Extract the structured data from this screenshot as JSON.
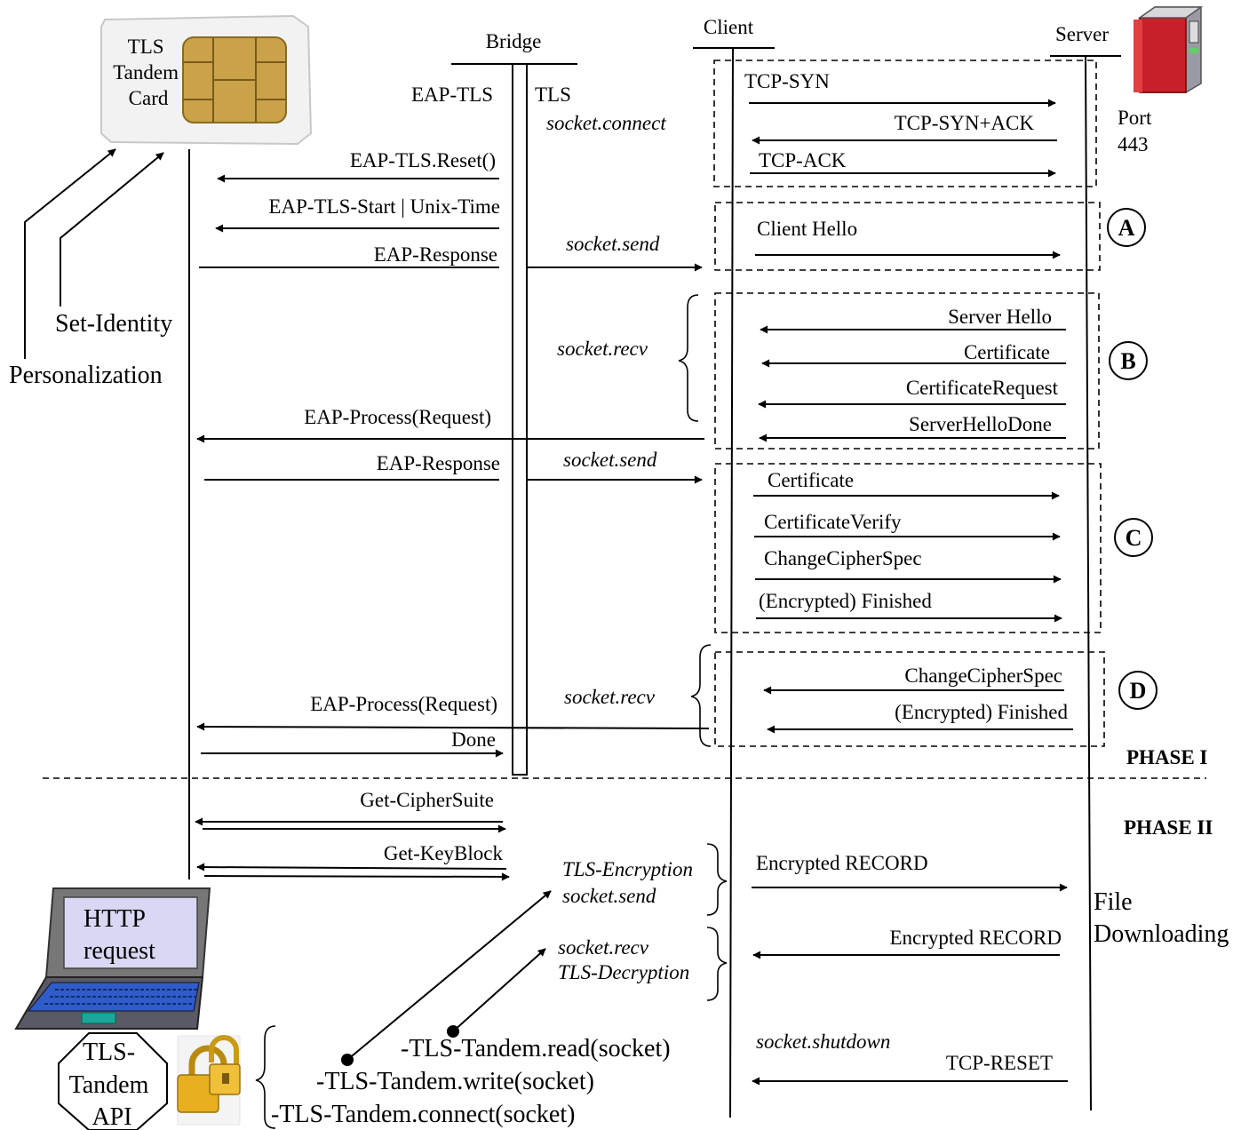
{
  "actors": {
    "card": "TLS\nTandem\nCard",
    "bridge": "Bridge",
    "client": "Client",
    "server": "Server",
    "port": "Port\n443",
    "eap_tls": "EAP-TLS",
    "tls": "TLS"
  },
  "side_labels": {
    "set_identity": "Set-Identity",
    "personalization": "Personalization",
    "phase1": "PHASE I",
    "phase2": "PHASE  II",
    "file_downloading": "File\nDownloading",
    "http_request": "HTTP\nrequest",
    "api": "TLS-\nTandem\nAPI"
  },
  "card_messages": {
    "reset": "EAP-TLS.Reset()",
    "start": "EAP-TLS-Start | Unix-Time",
    "response1": "EAP-Response",
    "process1": "EAP-Process(Request)",
    "response2": "EAP-Response",
    "process2": "EAP-Process(Request)",
    "done": "Done",
    "get_ciphersuite": "Get-CipherSuite",
    "get_keyblock": "Get-KeyBlock"
  },
  "socket_ops": {
    "connect": "socket.connect",
    "send1": "socket.send",
    "recv1": "socket.recv",
    "send2": "socket.send",
    "recv2": "socket.recv",
    "tls_encryption": "TLS-Encryption",
    "send3": "socket.send",
    "recv3": "socket.recv",
    "tls_decryption": "TLS-Decryption",
    "shutdown": "socket.shutdown"
  },
  "server_messages": {
    "tcp_syn": "TCP-SYN",
    "tcp_synack": "TCP-SYN+ACK",
    "tcp_ack": "TCP-ACK",
    "client_hello": "Client Hello",
    "server_hello": "Server Hello",
    "certificate_b": "Certificate",
    "certificate_request": "CertificateRequest",
    "server_hello_done": "ServerHelloDone",
    "certificate_c": "Certificate",
    "certificate_verify": "CertificateVerify",
    "change_cipher_spec_c": "ChangeCipherSpec",
    "finished_c": "(Encrypted) Finished",
    "change_cipher_spec_d": "ChangeCipherSpec",
    "finished_d": "(Encrypted) Finished",
    "encrypted_record_out": "Encrypted RECORD",
    "encrypted_record_in": "Encrypted RECORD",
    "tcp_reset": "TCP-RESET"
  },
  "groups": {
    "a": "A",
    "b": "B",
    "c": "C",
    "d": "D"
  },
  "api_calls": {
    "read": "-TLS-Tandem.read(socket)",
    "write": "-TLS-Tandem.write(socket)",
    "connect": "-TLS-Tandem.connect(socket)"
  },
  "icons": [
    "sim-card-icon",
    "server-tower-icon",
    "laptop-icon",
    "padlock-icon"
  ],
  "colors": {
    "server_red": "#c8202a",
    "card_chip": "#c9a24a",
    "laptop_screen": "#d8d8f4",
    "padlock": "#e8b020"
  }
}
